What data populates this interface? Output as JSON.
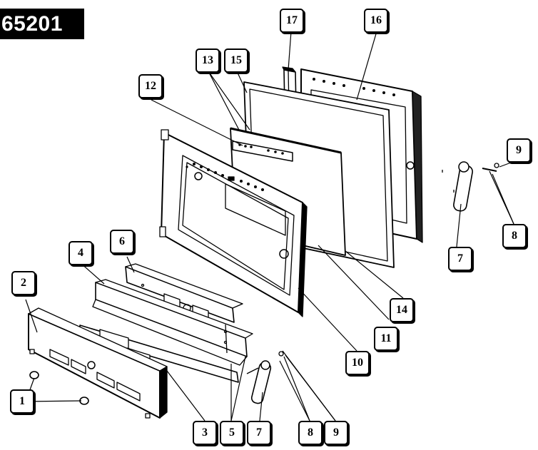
{
  "model_number": "65201",
  "callouts": [
    {
      "id": "c1",
      "label": "1"
    },
    {
      "id": "c2",
      "label": "2"
    },
    {
      "id": "c3",
      "label": "3"
    },
    {
      "id": "c4",
      "label": "4"
    },
    {
      "id": "c5",
      "label": "5"
    },
    {
      "id": "c6",
      "label": "6"
    },
    {
      "id": "c7a",
      "label": "7"
    },
    {
      "id": "c7b",
      "label": "7"
    },
    {
      "id": "c8a",
      "label": "8"
    },
    {
      "id": "c8b",
      "label": "8"
    },
    {
      "id": "c9a",
      "label": "9"
    },
    {
      "id": "c9b",
      "label": "9"
    },
    {
      "id": "c10",
      "label": "10"
    },
    {
      "id": "c11",
      "label": "11"
    },
    {
      "id": "c12",
      "label": "12"
    },
    {
      "id": "c13",
      "label": "13"
    },
    {
      "id": "c14",
      "label": "14"
    },
    {
      "id": "c15",
      "label": "15"
    },
    {
      "id": "c16",
      "label": "16"
    },
    {
      "id": "c17",
      "label": "17"
    }
  ]
}
